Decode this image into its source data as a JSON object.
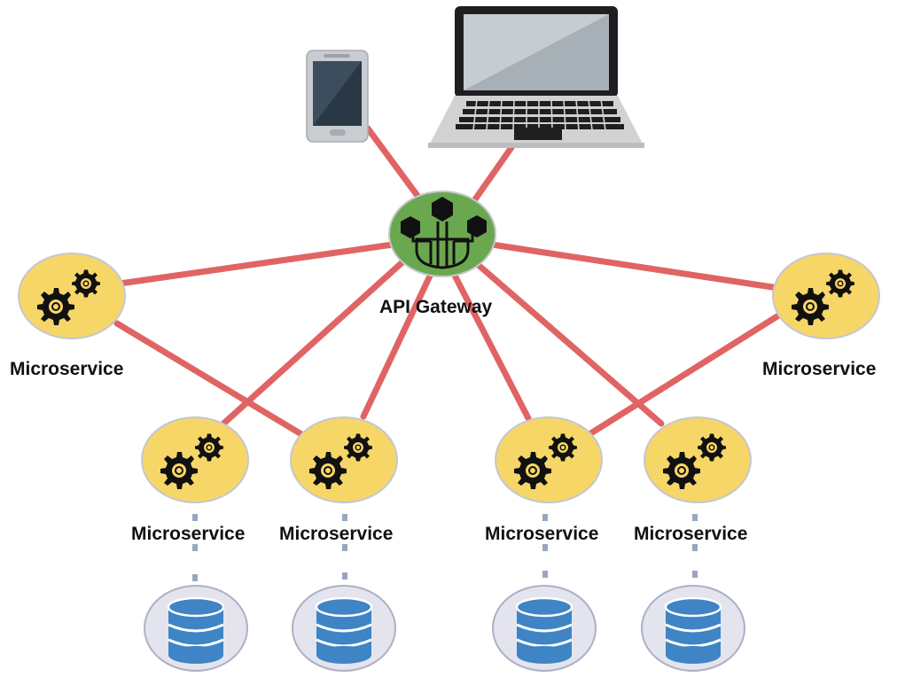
{
  "gateway": {
    "label": "API Gateway",
    "icon": "api-gateway-icon"
  },
  "clients": [
    {
      "name": "smartphone",
      "icon": "smartphone-icon"
    },
    {
      "name": "laptop",
      "icon": "laptop-icon"
    }
  ],
  "microservices": [
    {
      "label": "Microservice",
      "icon": "gears-icon"
    },
    {
      "label": "Microservice",
      "icon": "gears-icon"
    },
    {
      "label": "Microservice",
      "icon": "gears-icon"
    },
    {
      "label": "Microservice",
      "icon": "gears-icon"
    },
    {
      "label": "Microservice",
      "icon": "gears-icon"
    },
    {
      "label": "Microservice",
      "icon": "gears-icon"
    }
  ],
  "databases": [
    {
      "icon": "database-icon"
    },
    {
      "icon": "database-icon"
    },
    {
      "icon": "database-icon"
    },
    {
      "icon": "database-icon"
    }
  ],
  "colors": {
    "connector": "#e06464",
    "gateway_fill": "#6aa84f",
    "microservice_fill": "#f7d668",
    "database_bg": "#e4e4ee",
    "database_fill": "#3f84c4",
    "dotted_link": "#9aa6c0"
  }
}
